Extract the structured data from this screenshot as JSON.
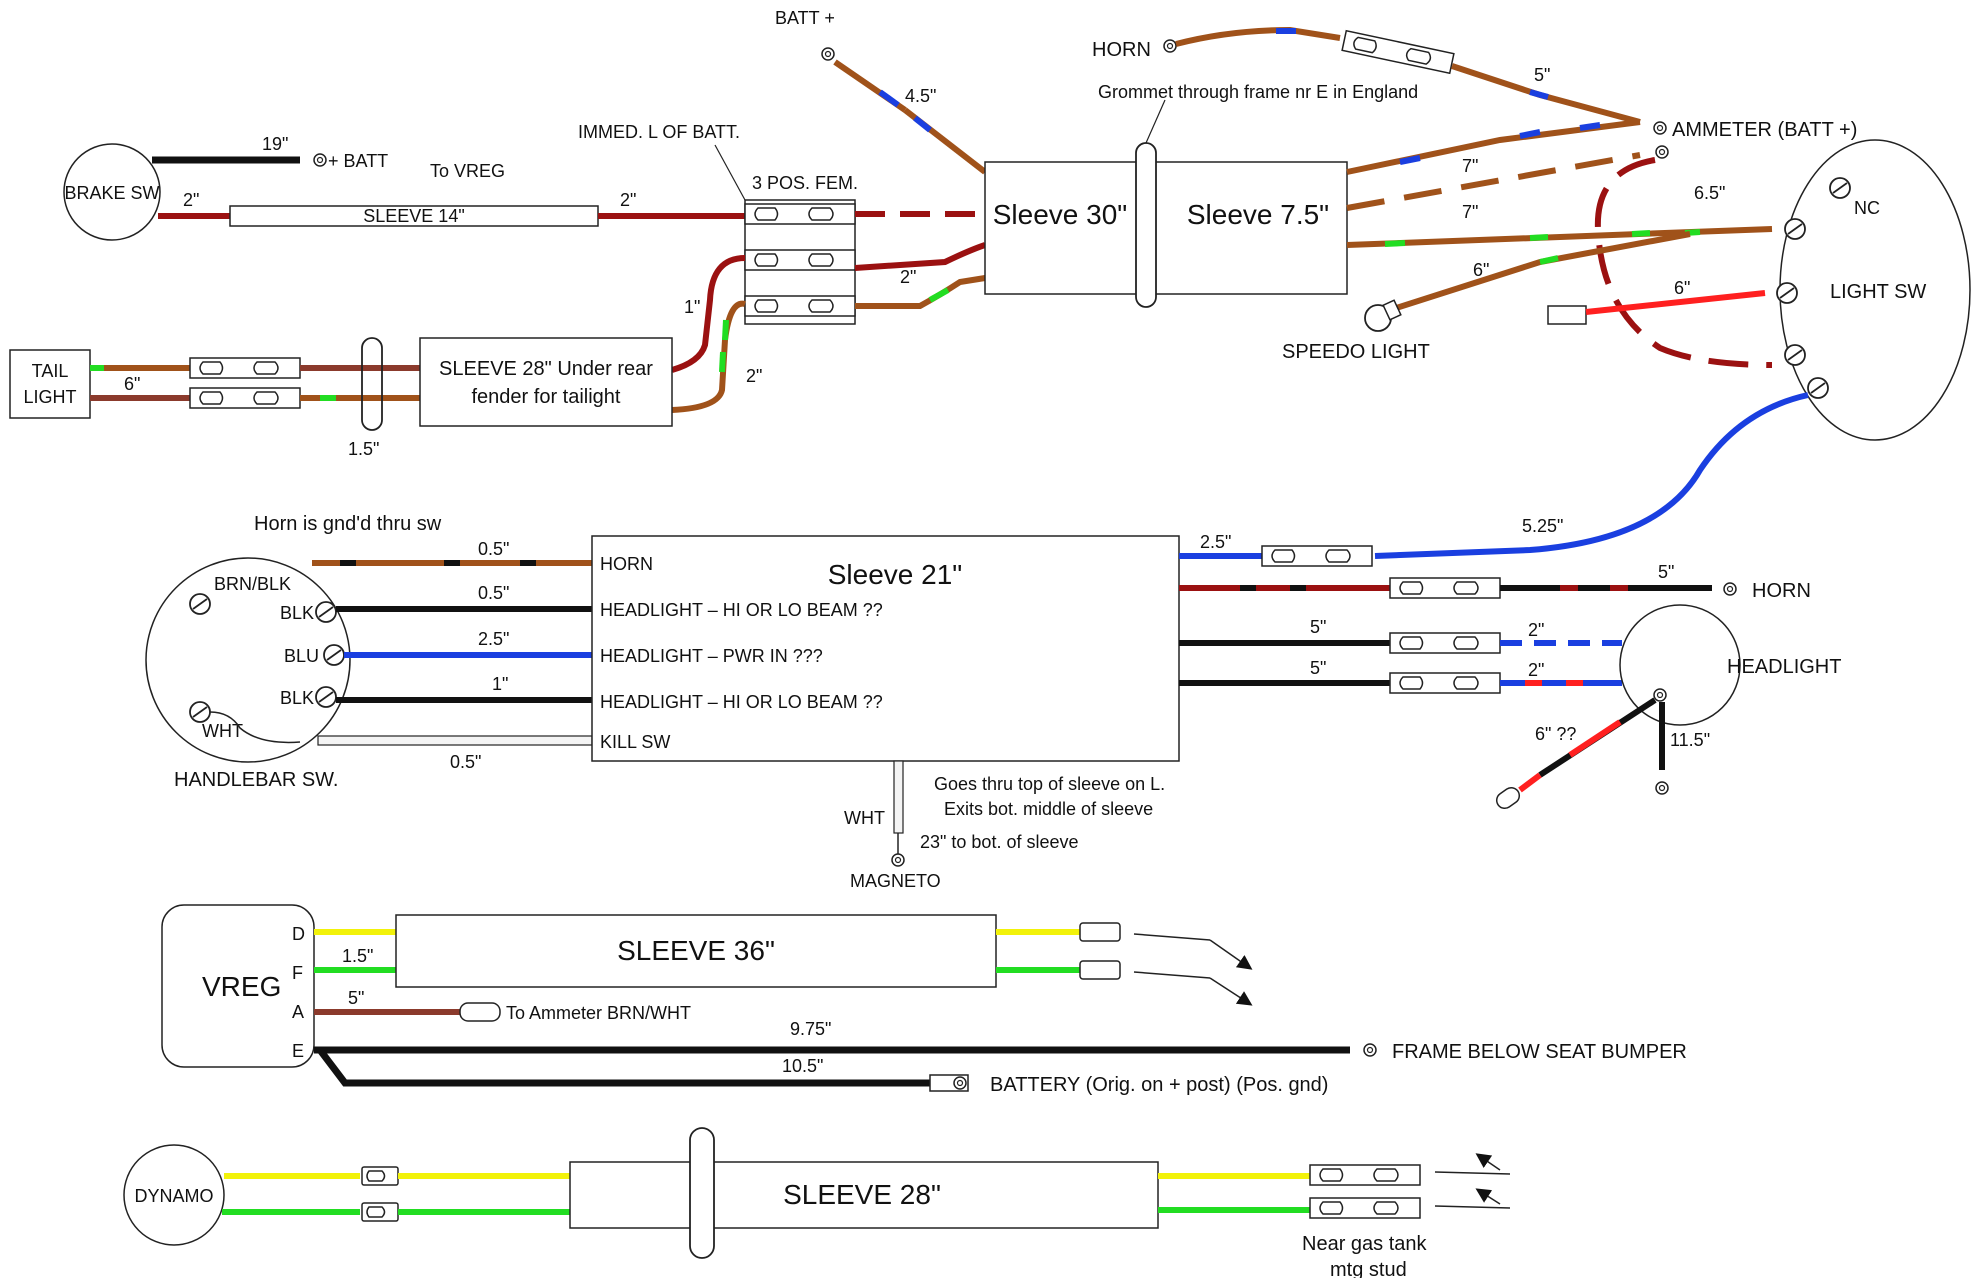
{
  "colors": {
    "brown": "#a0521a",
    "dark_red": "#9b1111",
    "maroon_brown": "#8b3a2c",
    "black": "#111111",
    "blue": "#1a3fe0",
    "green": "#22dd22",
    "red": "#ff2020",
    "yellow": "#f2f20a",
    "white_wire": "#f4f4f4"
  },
  "top_section": {
    "brake_sw": "BRAKE SW",
    "plus_batt": "+ BATT",
    "len_19": "19\"",
    "to_vreg": "To VREG",
    "len_2a": "2\"",
    "sleeve_14": "SLEEVE 14\"",
    "len_2b": "2\"",
    "batt_plus": "BATT +",
    "len_4_5": "4.5\"",
    "immed_l_of_batt": "IMMED. L OF BATT.",
    "three_pos_fem": "3 POS. FEM.",
    "len_1": "1\"",
    "len_2c": "2\"",
    "len_2d": "2\"",
    "tail_light_1": "TAIL",
    "tail_light_2": "LIGHT",
    "len_6a": "6\"",
    "len_1_5": "1.5\"",
    "sleeve_28_line1": "SLEEVE 28\" Under rear",
    "sleeve_28_line2": "fender for tailight",
    "sleeve_30": "Sleeve 30\"",
    "sleeve_7_5": "Sleeve 7.5\"",
    "grommet": "Grommet through frame nr E in England",
    "horn": "HORN",
    "len_5a": "5\"",
    "ammeter": "AMMETER (BATT +)",
    "len_7a": "7\"",
    "len_7b": "7\"",
    "len_6_5": "6.5\"",
    "len_6b": "6\"",
    "len_6c": "6\"",
    "speedo_light": "SPEEDO LIGHT",
    "nc": "NC",
    "light_sw": "LIGHT SW"
  },
  "middle_section": {
    "horn_gnd": "Horn is gnd'd thru sw",
    "brn_blk": "BRN/BLK",
    "blk1": "BLK",
    "blu": "BLU",
    "blk2": "BLK",
    "wht": "WHT",
    "handlebar_sw": "HANDLEBAR SW.",
    "len_0_5a": "0.5\"",
    "len_0_5b": "0.5\"",
    "len_2_5a": "2.5\"",
    "len_1b": "1\"",
    "len_0_5c": "0.5\"",
    "sleeve_21": "Sleeve 21\"",
    "pin_horn": "HORN",
    "pin_hi_lo_1": "HEADLIGHT – HI OR LO BEAM ??",
    "pin_pwr": "HEADLIGHT – PWR IN ???",
    "pin_hi_lo_2": "HEADLIGHT – HI OR LO BEAM ??",
    "pin_kill": "KILL SW",
    "len_2_5b": "2.5\"",
    "len_5_25": "5.25\"",
    "len_5b": "5\"",
    "horn_right": "HORN",
    "len_5c": "5\"",
    "len_5d": "5\"",
    "len_2e": "2\"",
    "len_2f": "2\"",
    "headlight": "HEADLIGHT",
    "len_6q": "6\" ??",
    "len_11_5": "11.5\"",
    "goes_thru_1": "Goes thru top of sleeve on L.",
    "goes_thru_2": "Exits bot. middle of sleeve",
    "wht_mag": "WHT",
    "len_23": "23\" to bot. of sleeve",
    "magneto": "MAGNETO"
  },
  "vreg_section": {
    "vreg": "VREG",
    "pin_d": "D",
    "pin_f": "F",
    "pin_a": "A",
    "pin_e": "E",
    "len_1_5": "1.5\"",
    "len_5": "5\"",
    "sleeve_36": "SLEEVE 36\"",
    "to_ammeter": "To Ammeter BRN/WHT",
    "len_9_75": "9.75\"",
    "frame_below": "FRAME BELOW SEAT BUMPER",
    "len_10_5": "10.5\"",
    "battery": "BATTERY (Orig. on + post) (Pos. gnd)"
  },
  "dynamo_section": {
    "dynamo": "DYNAMO",
    "sleeve_28": "SLEEVE 28\"",
    "near_gas_1": "Near gas tank",
    "near_gas_2": "mtg stud"
  }
}
